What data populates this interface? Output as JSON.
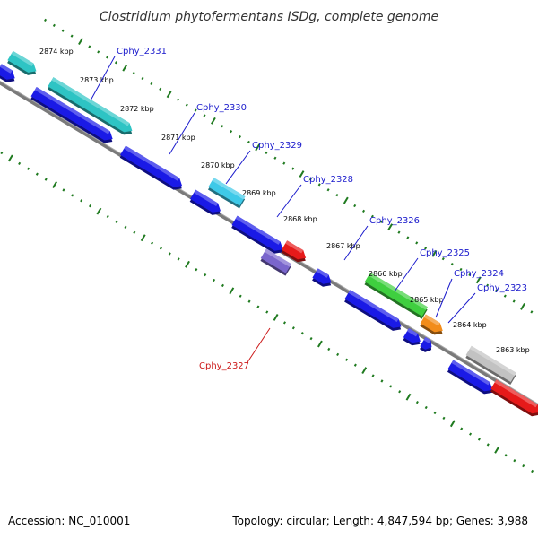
{
  "title": "Clostridium phytofermentans ISDg, complete genome",
  "footer": {
    "accession": "Accession: NC_010001",
    "summary": "Topology: circular; Length: 4,847,594 bp; Genes: 3,988"
  },
  "colors": {
    "backbone": "#7a7a7a",
    "tick": "#1f7a1f",
    "label_blue": "#1a1acc",
    "label_red": "#cc1a1a"
  },
  "kbp_ticks": [
    "2874 kbp",
    "2873 kbp",
    "2872 kbp",
    "2871 kbp",
    "2870 kbp",
    "2869 kbp",
    "2868 kbp",
    "2867 kbp",
    "2866 kbp",
    "2865 kbp",
    "2864 kbp",
    "2863 kbp"
  ],
  "gene_labels": [
    {
      "name": "Cphy_2331",
      "color": "#1a1acc"
    },
    {
      "name": "Cphy_2330",
      "color": "#1a1acc"
    },
    {
      "name": "Cphy_2329",
      "color": "#1a1acc"
    },
    {
      "name": "Cphy_2328",
      "color": "#1a1acc"
    },
    {
      "name": "Cphy_2326",
      "color": "#1a1acc"
    },
    {
      "name": "Cphy_2325",
      "color": "#1a1acc"
    },
    {
      "name": "Cphy_2324",
      "color": "#1a1acc"
    },
    {
      "name": "Cphy_2323",
      "color": "#1a1acc"
    },
    {
      "name": "Cphy_2327",
      "color": "#cc1a1a"
    }
  ],
  "features": [
    {
      "color": "#1a1ae6"
    },
    {
      "color": "#1a1ae6"
    },
    {
      "color": "#1a1ae6"
    },
    {
      "color": "#1a1ae6"
    },
    {
      "color": "#1a1ae6"
    },
    {
      "color": "#1a1ae6"
    },
    {
      "color": "#1a1ae6"
    },
    {
      "color": "#1a1ae6"
    },
    {
      "color": "#1a1ae6"
    },
    {
      "color": "#1a1ae6"
    },
    {
      "color": "#2ec4c4"
    },
    {
      "color": "#2ec4c4"
    },
    {
      "color": "#3ec9e8"
    },
    {
      "color": "#3fcf3f"
    },
    {
      "color": "#f28c1a"
    },
    {
      "color": "#c2c2c2"
    },
    {
      "color": "#e61a1a"
    },
    {
      "color": "#e61a1a"
    },
    {
      "color": "#7a66cc"
    }
  ]
}
